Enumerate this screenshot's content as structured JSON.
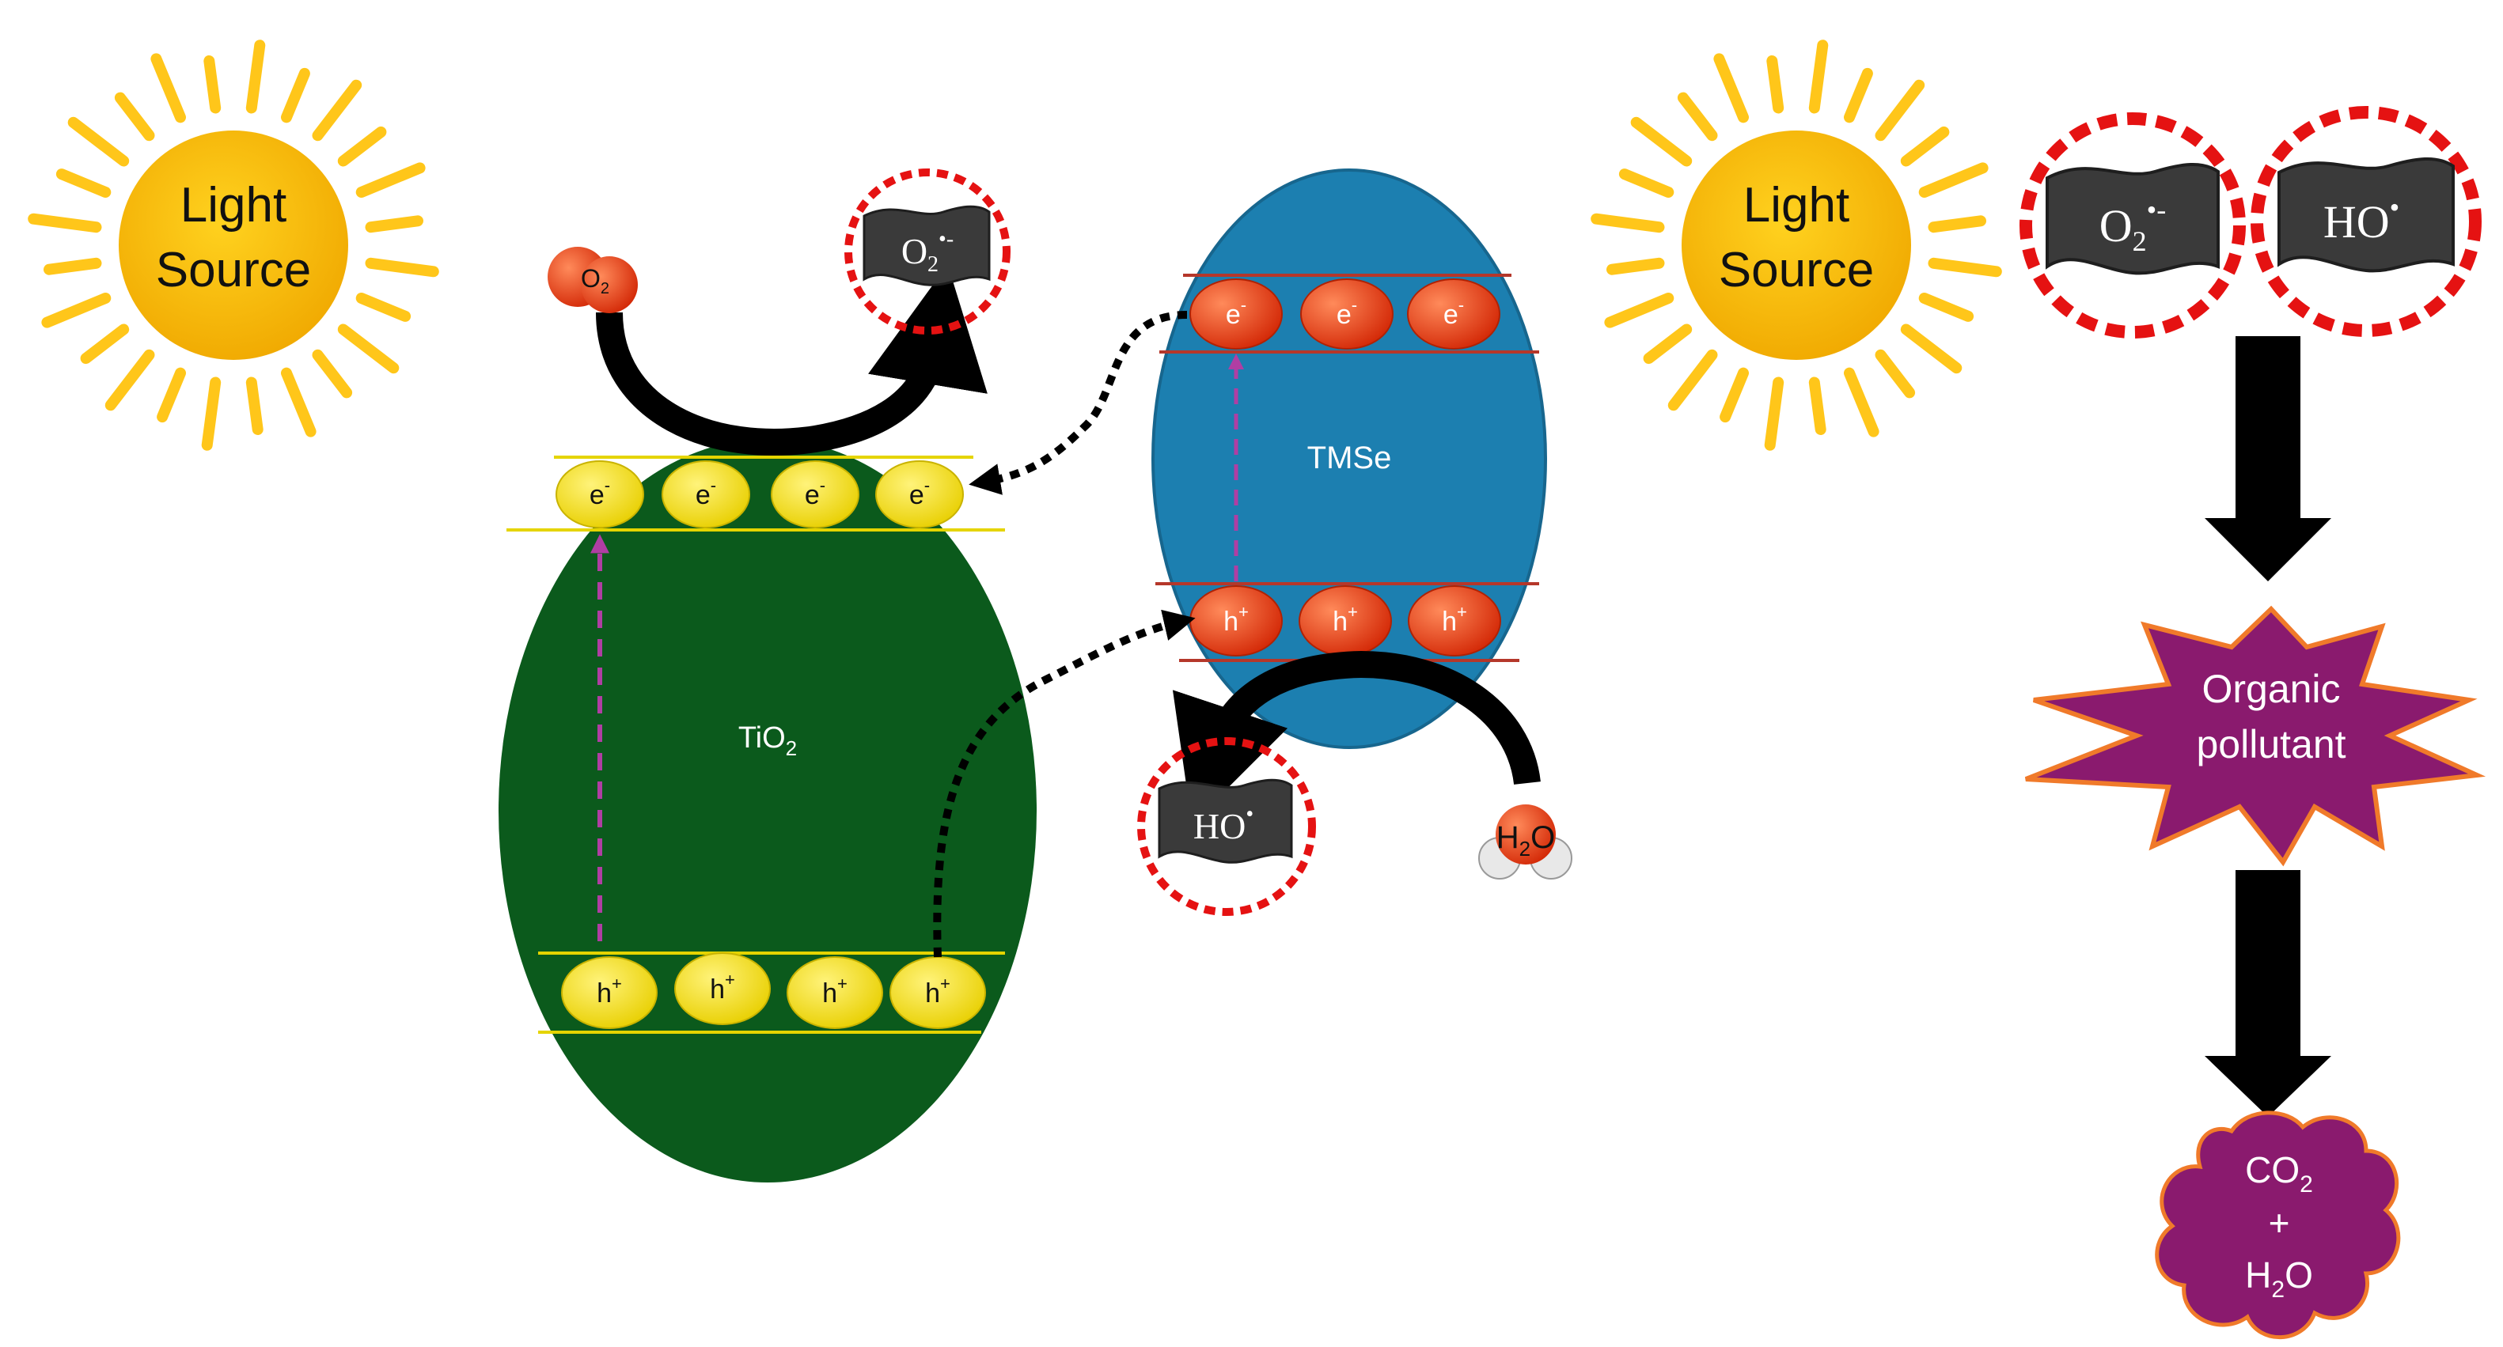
{
  "suns": [
    {
      "line1": "Light",
      "line2": "Source"
    },
    {
      "line1": "Light",
      "line2": "Source"
    }
  ],
  "tio2": {
    "label": "TiO",
    "sub": "2"
  },
  "tmse": {
    "label": "TMSe"
  },
  "carriers": {
    "electron": "e",
    "electron_sup": "-",
    "hole": "h",
    "hole_sup": "+"
  },
  "molecules": {
    "o2": {
      "text": "O",
      "sub": "2"
    },
    "h2o": {
      "a": "H",
      "sub": "2",
      "b": "O"
    }
  },
  "radicals": {
    "superoxide": {
      "text": "O",
      "sub": "2",
      "sup": "•-"
    },
    "hydroxyl": {
      "text": "HO",
      "sup": "•"
    }
  },
  "pollutant": {
    "line1": "Organic",
    "line2": "pollutant"
  },
  "products": {
    "l1": "CO",
    "l1_sub": "2",
    "l2": "+",
    "l3a": "H",
    "l3_sub": "2",
    "l3b": "O"
  },
  "colors": {
    "sun": "#f5b800",
    "sun_ray": "#ffc61a",
    "tio2": "#0b5a1c",
    "tmse": "#1c7fb0",
    "electron_yellow": "#f3dc00",
    "carrier_red": "#e03a10",
    "pollutant": "#8a1a6e",
    "pollutant_edge": "#f07a2a",
    "radical_ring": "#e51212",
    "arrow_dash": "#b03ea3"
  }
}
